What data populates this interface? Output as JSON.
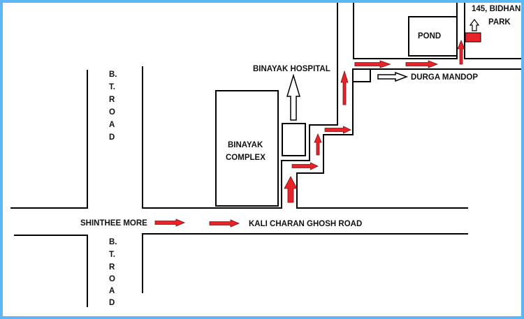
{
  "colors": {
    "frame": "#5cb8f2",
    "route_arrow": "#e8242b",
    "destination": "#e8242b",
    "pointer_arrow": "#ffffff"
  },
  "labels": {
    "bt_road_north": [
      "B.",
      "T.",
      "R",
      "O",
      "A",
      "D"
    ],
    "bt_road_south": [
      "B.",
      "T.",
      "R",
      "O",
      "A",
      "D"
    ],
    "shinthee_more": "SHINTHEE MORE",
    "kali_charan": "KALI CHARAN GHOSH ROAD",
    "binayak_hospital": "BINAYAK HOSPITAL",
    "binayak_complex_1": "BINAYAK",
    "binayak_complex_2": "COMPLEX",
    "durga_mandop": "DURGA MANDOP",
    "pond": "POND",
    "destination_1": "145, BIDHAN",
    "destination_2": "PARK"
  },
  "icons": {
    "route": "red-arrow",
    "pointer": "white-arrow",
    "destination": "red-rectangle"
  }
}
